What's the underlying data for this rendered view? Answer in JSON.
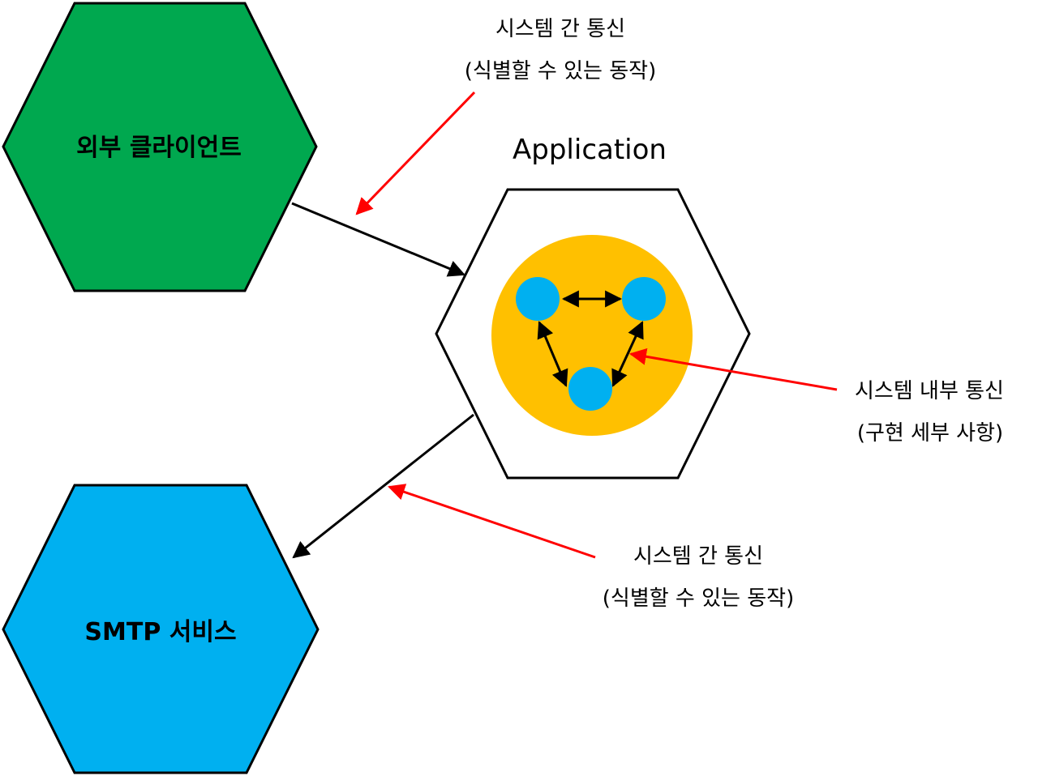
{
  "nodes": {
    "external_client": {
      "label": "외부 클라이언트",
      "fill": "#00A84F"
    },
    "application": {
      "label": "Application",
      "fill": "#FFFFFF",
      "core_fill": "#FFC000",
      "component_fill": "#00B0F0"
    },
    "smtp_service": {
      "label": "SMTP 서비스",
      "fill": "#00B0F0"
    }
  },
  "annotations": {
    "top_inter_system": {
      "line1": "시스템 간 통신",
      "line2": "(식별할 수 있는 동작)"
    },
    "internal": {
      "line1": "시스템 내부 통신",
      "line2": "(구현 세부 사항)"
    },
    "bottom_inter_system": {
      "line1": "시스템 간 통신",
      "line2": "(식별할 수 있는 동작)"
    }
  },
  "colors": {
    "annotation_arrow": "#FF0000",
    "connector_arrow": "#000000",
    "outline": "#000000"
  }
}
